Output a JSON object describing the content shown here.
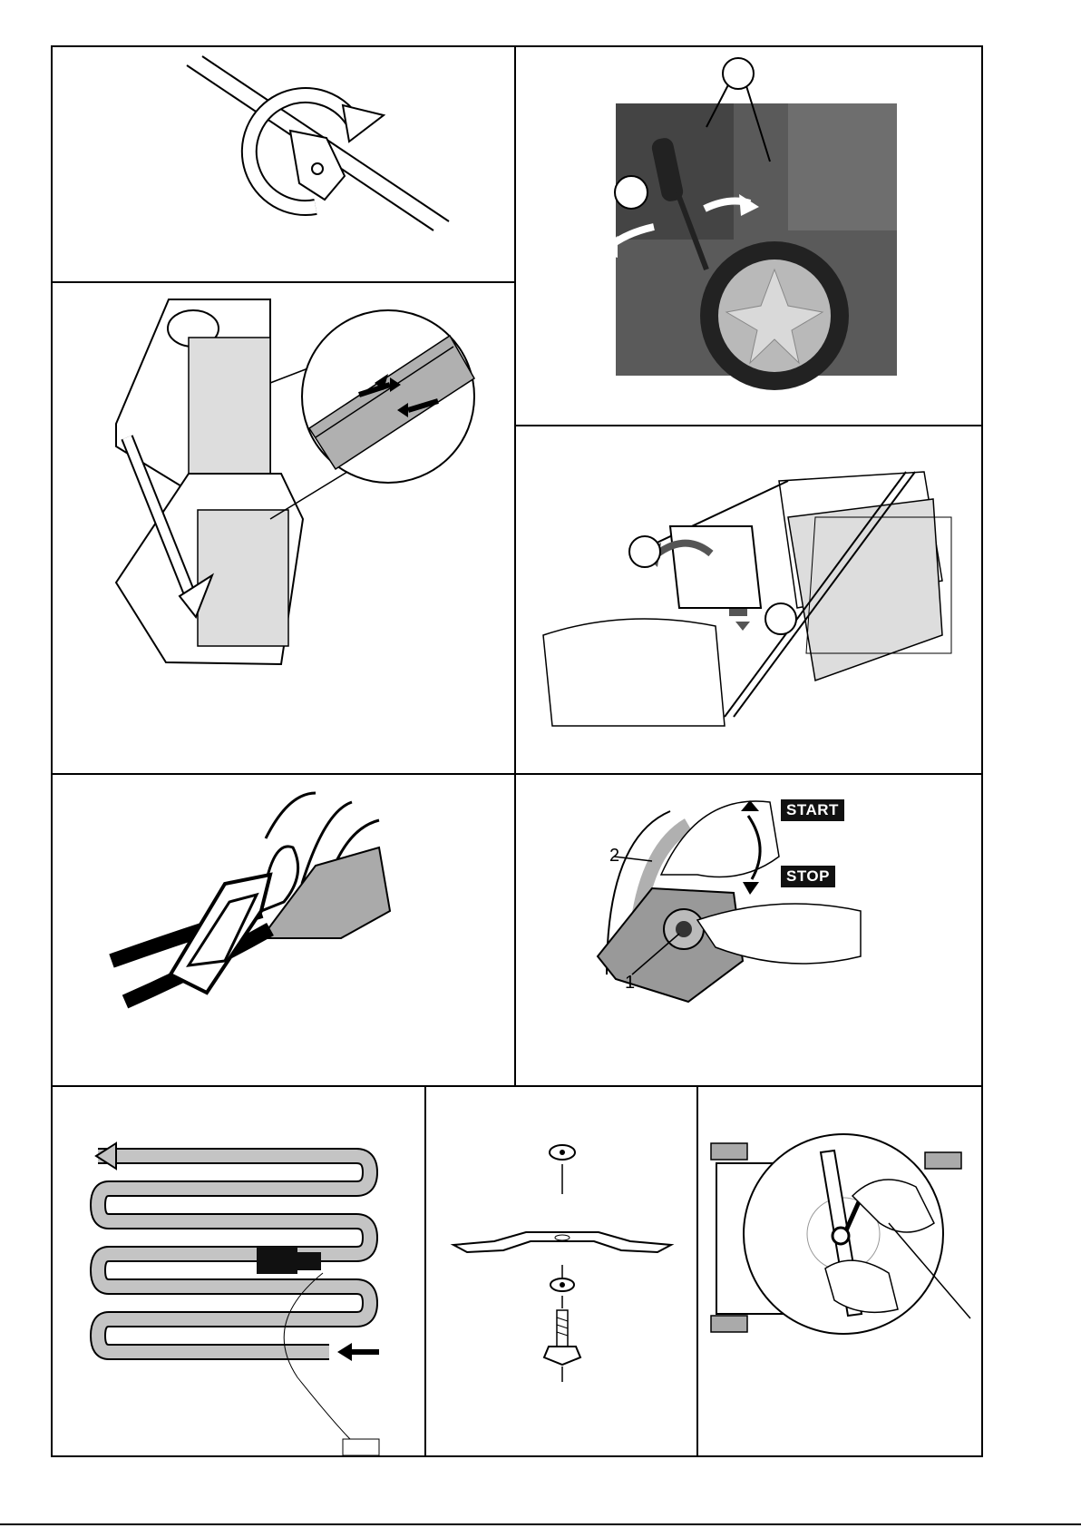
{
  "panels": {
    "start_stop": {
      "start_label": "START",
      "stop_label": "STOP",
      "callout_1": "1",
      "callout_2": "2"
    }
  },
  "colors": {
    "line": "#000000",
    "fill_grey": "#b0b0b0",
    "photo_dark": "#3a3a3a",
    "badge_bg": "#111111"
  }
}
